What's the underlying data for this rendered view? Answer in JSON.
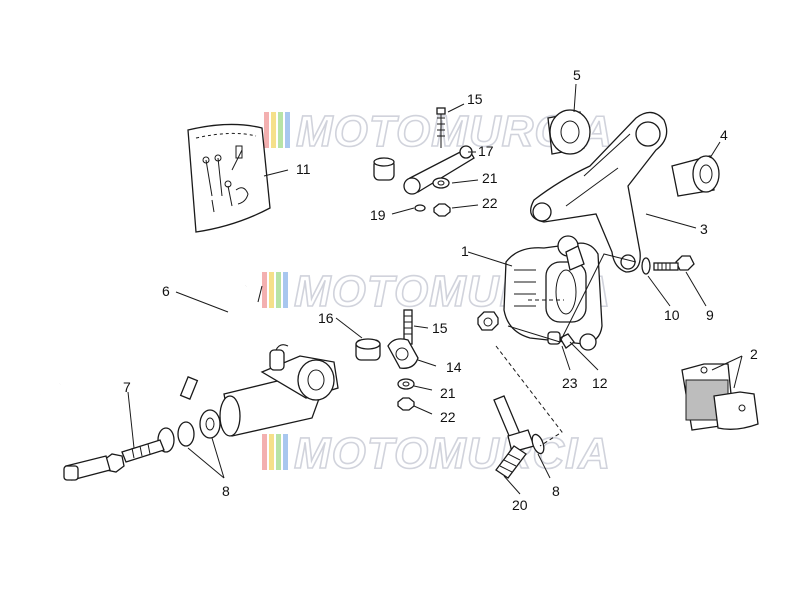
{
  "watermark": {
    "text": "MOTOMURCIA",
    "stripe_colors": [
      "#f3b0b0",
      "#f5e08a",
      "#b7e3a6",
      "#a8c7ef"
    ]
  },
  "callouts": [
    {
      "id": "c1",
      "label": "1"
    },
    {
      "id": "c2",
      "label": "2"
    },
    {
      "id": "c3",
      "label": "3"
    },
    {
      "id": "c4",
      "label": "4"
    },
    {
      "id": "c5",
      "label": "5"
    },
    {
      "id": "c6",
      "label": "6"
    },
    {
      "id": "c7",
      "label": "7"
    },
    {
      "id": "c8a",
      "label": "8"
    },
    {
      "id": "c8b",
      "label": "8"
    },
    {
      "id": "c9",
      "label": "9"
    },
    {
      "id": "c10",
      "label": "10"
    },
    {
      "id": "c11",
      "label": "11"
    },
    {
      "id": "c12",
      "label": "12"
    },
    {
      "id": "c14",
      "label": "14"
    },
    {
      "id": "c15a",
      "label": "15"
    },
    {
      "id": "c15b",
      "label": "15"
    },
    {
      "id": "c16",
      "label": "16"
    },
    {
      "id": "c17",
      "label": "17"
    },
    {
      "id": "c19",
      "label": "19"
    },
    {
      "id": "c20",
      "label": "20"
    },
    {
      "id": "c21a",
      "label": "21"
    },
    {
      "id": "c21b",
      "label": "21"
    },
    {
      "id": "c22a",
      "label": "22"
    },
    {
      "id": "c22b",
      "label": "22"
    },
    {
      "id": "c23",
      "label": "23"
    }
  ]
}
